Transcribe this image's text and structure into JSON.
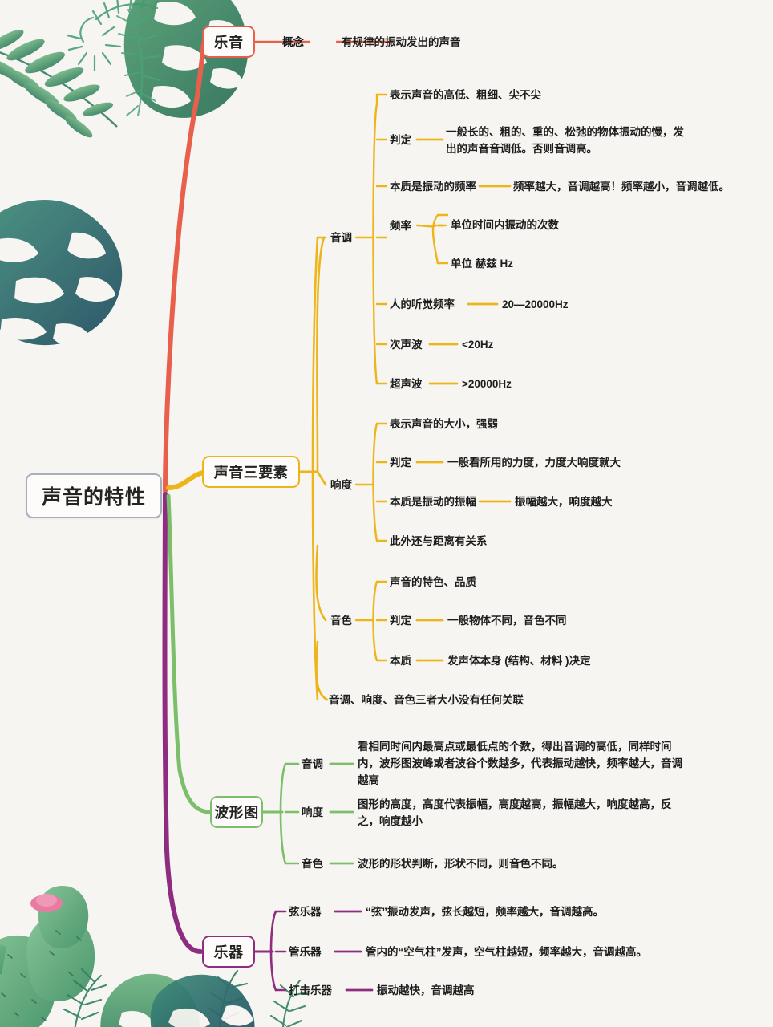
{
  "page": {
    "title": "声音的特性",
    "background_color": "#f7f5f1",
    "theme": "watercolor-tropical-mindmap"
  },
  "colors": {
    "root_border": "#a9aebb",
    "branch_red": "#e8604c",
    "branch_yellow": "#edb51a",
    "branch_green": "#7cbf6b",
    "branch_purple": "#8e2d80",
    "text": "#1d1d1d"
  },
  "root": {
    "label": "声音的特性"
  },
  "branches": [
    {
      "id": "yueyin",
      "label": "乐音",
      "color": "#e8604c",
      "children": [
        {
          "key": "概念",
          "value": "有规律的振动发出的声音"
        }
      ]
    },
    {
      "id": "sanyaosu",
      "label": "声音三要素",
      "color": "#edb51a",
      "groups": [
        {
          "label": "音调",
          "items": [
            {
              "key": "",
              "value": "表示声音的高低、粗细、尖不尖"
            },
            {
              "key": "判定",
              "value": "一般长的、粗的、重的、松弛的物体振动的慢，发出的声音音调低。否则音调高。"
            },
            {
              "key": "本质是振动的频率",
              "value": "频率越大，音调越高！频率越小，音调越低。"
            },
            {
              "key": "频率",
              "sub": [
                "单位时间内振动的次数",
                "单位 赫兹  Hz"
              ]
            },
            {
              "key": "人的听觉频率",
              "value": "20—20000Hz"
            },
            {
              "key": "次声波",
              "value": "<20Hz"
            },
            {
              "key": "超声波",
              "value": ">20000Hz"
            }
          ]
        },
        {
          "label": "响度",
          "items": [
            {
              "key": "",
              "value": "表示声音的大小，强弱"
            },
            {
              "key": "判定",
              "value": "一般看所用的力度，力度大响度就大"
            },
            {
              "key": "本质是振动的振幅",
              "value": "振幅越大，响度越大"
            },
            {
              "key": "",
              "value": "此外还与距离有关系"
            }
          ]
        },
        {
          "label": "音色",
          "items": [
            {
              "key": "",
              "value": "声音的特色、品质"
            },
            {
              "key": "判定",
              "value": "一般物体不同，音色不同"
            },
            {
              "key": "本质",
              "value": "发声体本身 (结构、材料 )决定"
            }
          ]
        },
        {
          "label": "",
          "items": [
            {
              "key": "",
              "value": "音调、响度、音色三者大小没有任何关联"
            }
          ]
        }
      ]
    },
    {
      "id": "boxingtu",
      "label": "波形图",
      "color": "#7cbf6b",
      "children": [
        {
          "key": "音调",
          "value": "看相同时间内最高点或最低点的个数，得出音调的高低，同样时间内，波形图波峰或者波谷个数越多，代表振动越快，频率越大，音调越高"
        },
        {
          "key": "响度",
          "value": "图形的高度，高度代表振幅，高度越高，振幅越大，响度越高，反之，响度越小"
        },
        {
          "key": "音色",
          "value": "波形的形状判断，形状不同，则音色不同。"
        }
      ]
    },
    {
      "id": "yueqi",
      "label": "乐器",
      "color": "#8e2d80",
      "children": [
        {
          "key": "弦乐器",
          "value": "“弦”振动发声，弦长越短，频率越大，音调越高。"
        },
        {
          "key": "管乐器",
          "value": "管内的“空气柱”发声，空气柱越短，频率越大，音调越高。"
        },
        {
          "key": "打击乐器",
          "value": "振动越快，音调越高"
        }
      ]
    }
  ],
  "decorations": [
    {
      "name": "tropical-leaves-top-left",
      "type": "watercolor-foliage"
    },
    {
      "name": "cactus-bottom-left",
      "type": "watercolor-cactus-with-pink-flower"
    },
    {
      "name": "tropical-leaves-bottom",
      "type": "watercolor-foliage"
    }
  ]
}
